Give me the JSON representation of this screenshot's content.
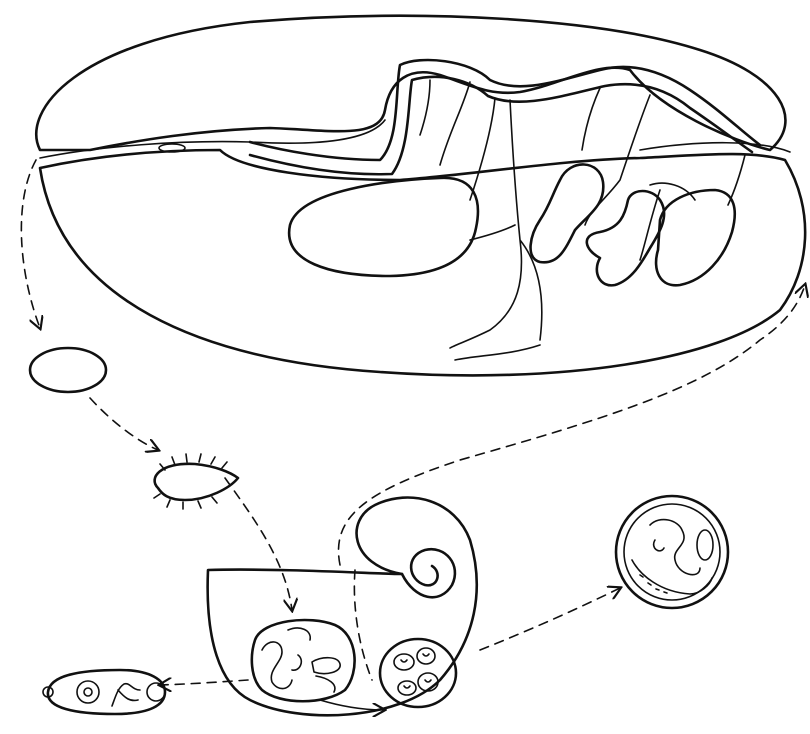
{
  "diagram": {
    "stages": [
      {
        "id": "adult-host",
        "icon": "host-animal-body"
      },
      {
        "id": "egg",
        "icon": "egg-icon"
      },
      {
        "id": "miracidium",
        "icon": "miracidium-icon"
      },
      {
        "id": "snail",
        "icon": "snail-icon"
      },
      {
        "id": "sporocyst",
        "icon": "sporocyst-icon"
      },
      {
        "id": "redia",
        "icon": "redia-icon"
      },
      {
        "id": "cercaria",
        "icon": "cercaria-icon"
      },
      {
        "id": "metacercaria",
        "icon": "metacercaria-cyst-icon"
      }
    ],
    "colors": {
      "ink": "#111111",
      "background": "#ffffff"
    }
  }
}
